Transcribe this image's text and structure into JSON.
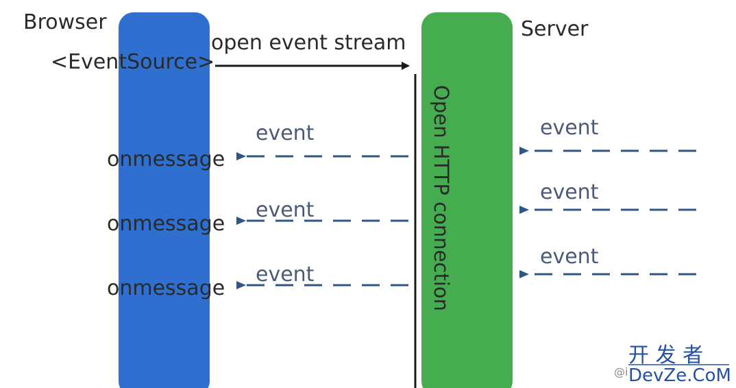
{
  "colors": {
    "browser_lane": "#2f6fd0",
    "server_lane": "#45ad4f",
    "text": "#2a2a2a",
    "event_text": "#4a5a78",
    "arrow_solid": "#1a1a1a",
    "arrow_dashed": "#2e5585",
    "watermark": "#2451a6"
  },
  "lanes": {
    "browser": {
      "label": "Browser",
      "component": "<EventSource>"
    },
    "server": {
      "label": "Server"
    }
  },
  "request": {
    "label": "open event stream"
  },
  "connection": {
    "label": "Open HTTP connection"
  },
  "server_events": [
    {
      "label": "event"
    },
    {
      "label": "event"
    },
    {
      "label": "event"
    }
  ],
  "client_events": [
    {
      "label": "event",
      "handler": "onmessage"
    },
    {
      "label": "event",
      "handler": "onmessage"
    },
    {
      "label": "event",
      "handler": "onmessage"
    }
  ],
  "watermark": {
    "cn": "开 发 者",
    "en": "DevZe.CoM",
    "prefix": "@i"
  }
}
